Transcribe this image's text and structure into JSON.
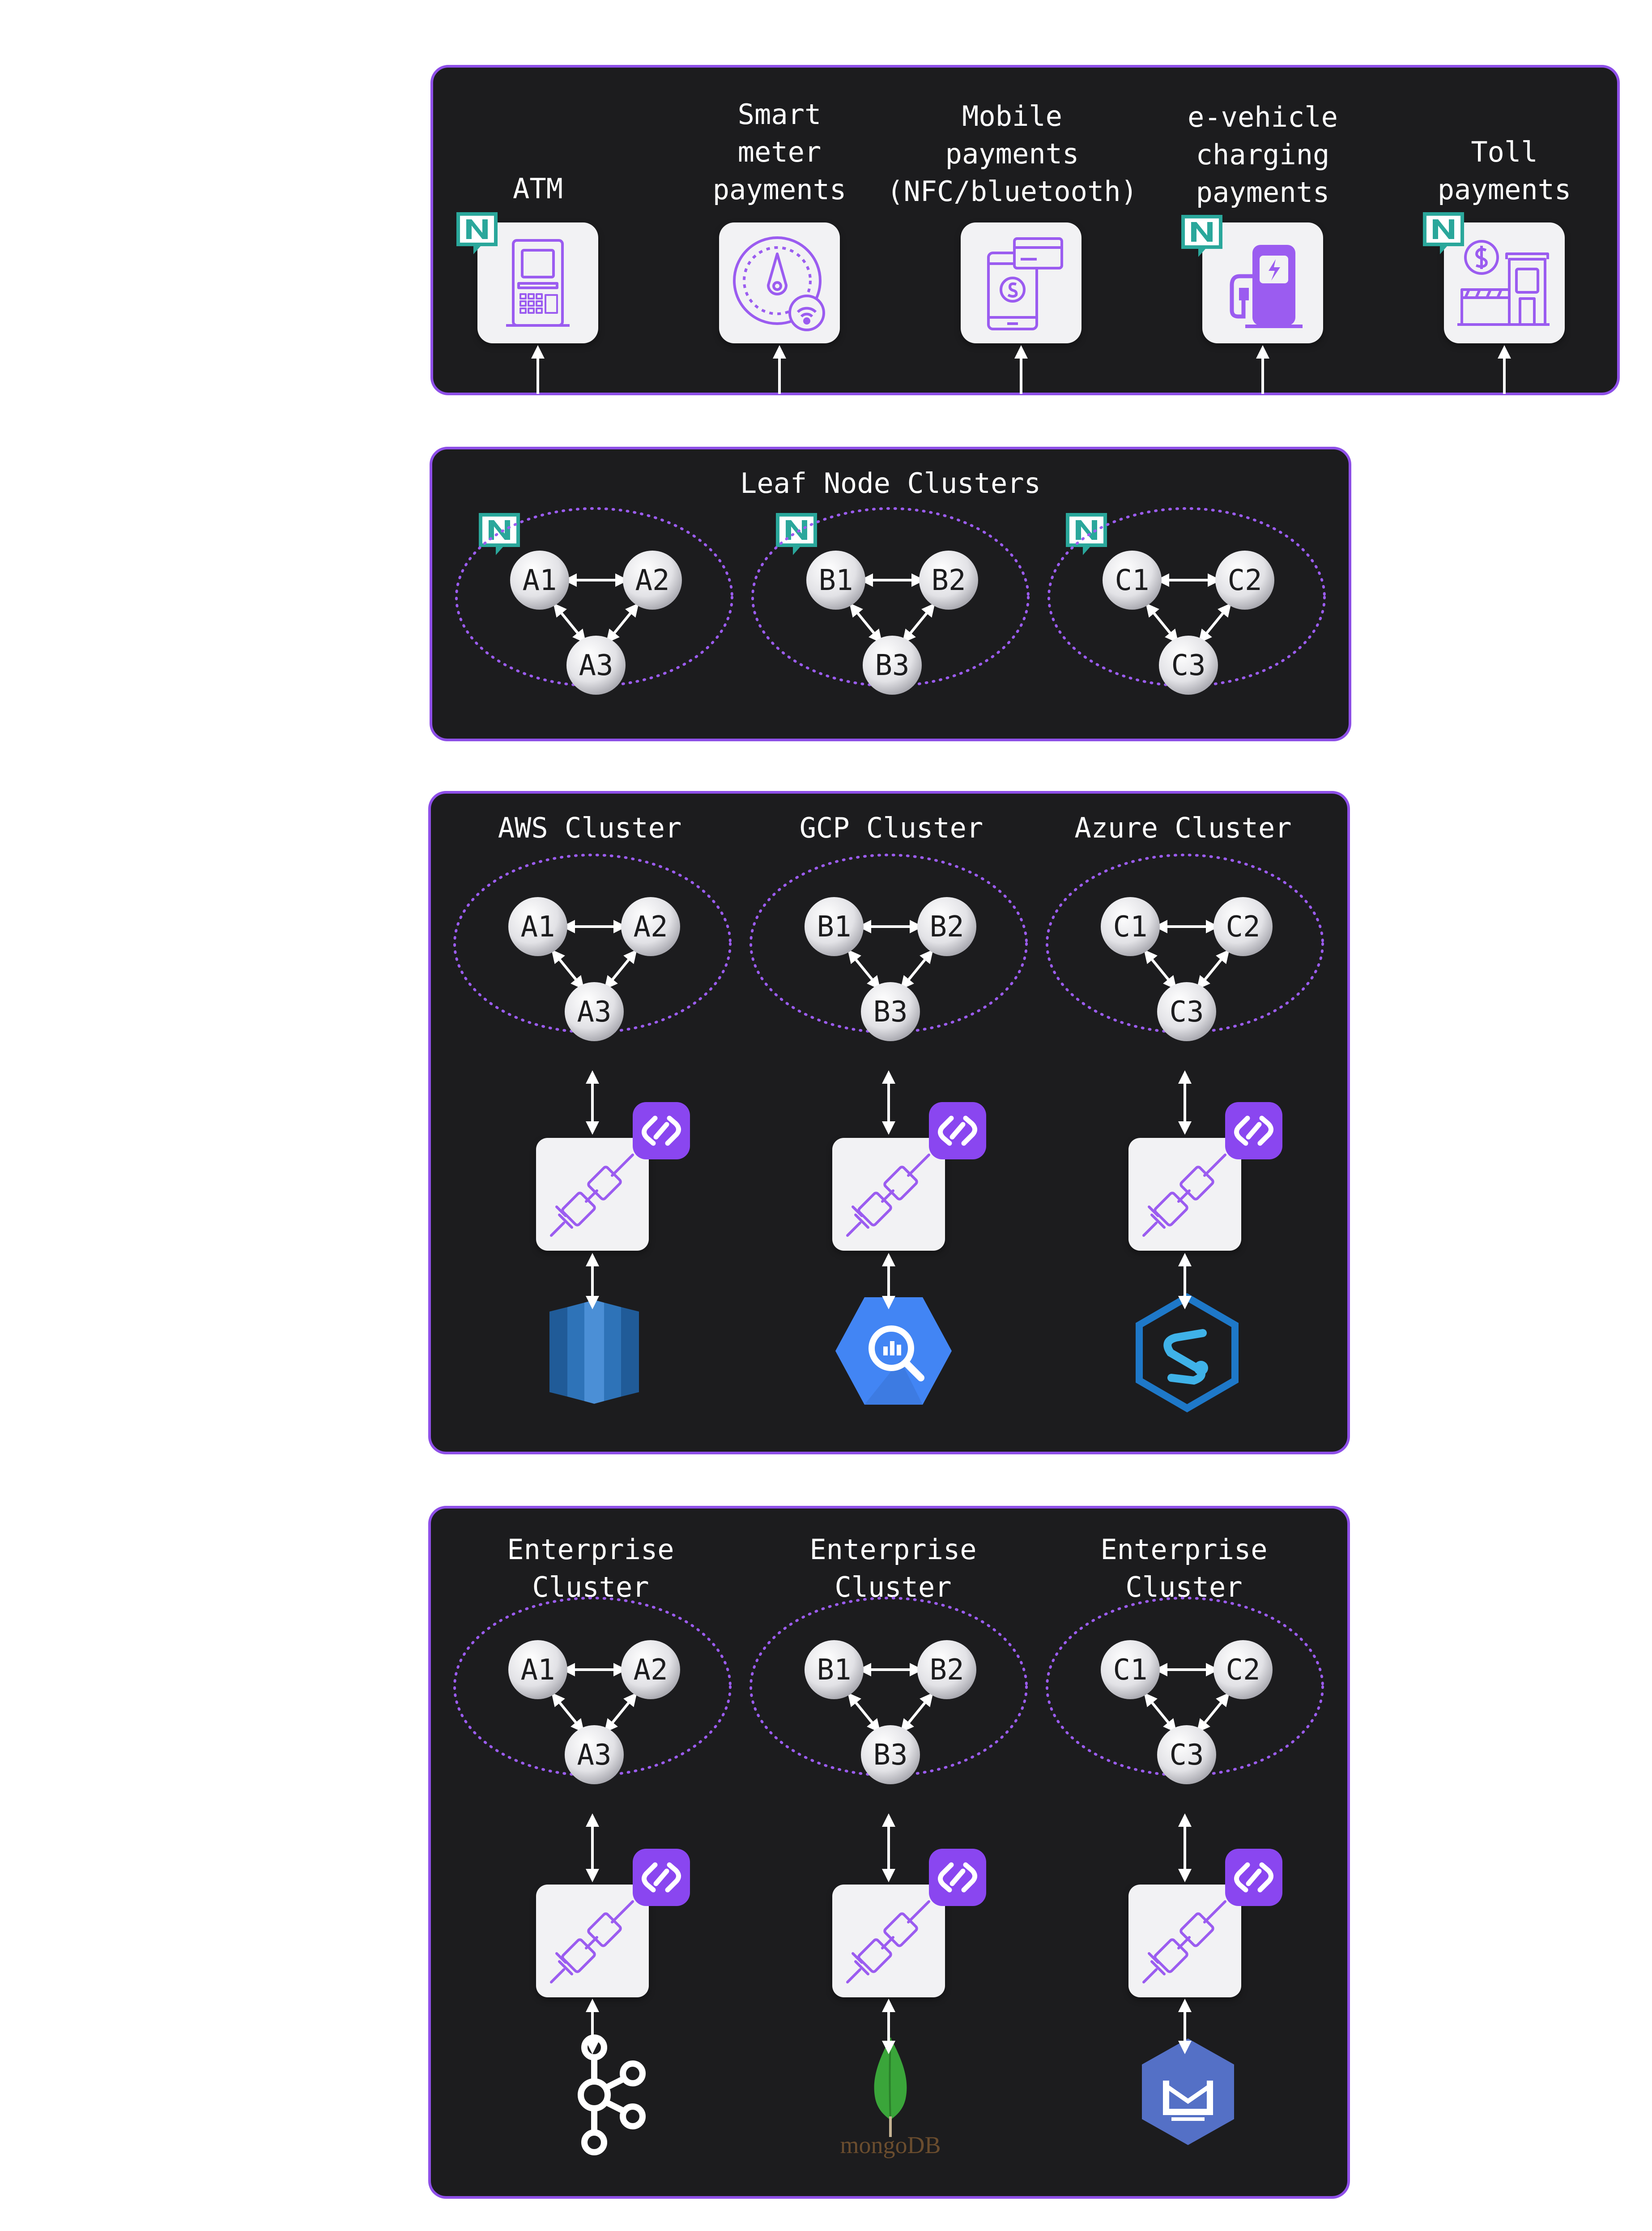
{
  "payments": {
    "atm": "ATM",
    "smart_meter": "Smart\nmeter\npayments",
    "mobile": "Mobile\npayments\n(NFC/bluetooth)",
    "ev": "e-vehicle\ncharging\npayments",
    "toll": "Toll\npayments"
  },
  "leaf": {
    "title": "Leaf Node Clusters",
    "clusters": [
      {
        "nodes": [
          "A1",
          "A2",
          "A3"
        ]
      },
      {
        "nodes": [
          "B1",
          "B2",
          "B3"
        ]
      },
      {
        "nodes": [
          "C1",
          "C2",
          "C3"
        ]
      }
    ]
  },
  "cloud": {
    "clusters": [
      {
        "title": "AWS Cluster",
        "nodes": [
          "A1",
          "A2",
          "A3"
        ]
      },
      {
        "title": "GCP Cluster",
        "nodes": [
          "B1",
          "B2",
          "B3"
        ]
      },
      {
        "title": "Azure Cluster",
        "nodes": [
          "C1",
          "C2",
          "C3"
        ]
      }
    ]
  },
  "enterprise": {
    "clusters": [
      {
        "title": "Enterprise\nCluster",
        "nodes": [
          "A1",
          "A2",
          "A3"
        ]
      },
      {
        "title": "Enterprise\nCluster",
        "nodes": [
          "B1",
          "B2",
          "B3"
        ]
      },
      {
        "title": "Enterprise\nCluster",
        "nodes": [
          "C1",
          "C2",
          "C3"
        ]
      }
    ],
    "mongodb_label": "mongoDB"
  },
  "colors": {
    "panel_bg": "#1c1c1e",
    "panel_border": "#8e4fe8",
    "accent_purple": "#9b5cf0",
    "nats_teal": "#2aa79b",
    "icon_card": "#f2f2f4"
  }
}
